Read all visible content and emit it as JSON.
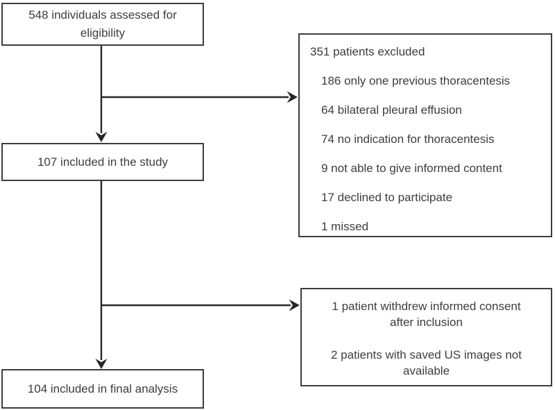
{
  "figure": {
    "type": "flowchart",
    "background": "#ffffff",
    "line_color": "#262626",
    "border_color": "#3c3c3c",
    "text_color": "#3d3d3d"
  },
  "boxes": {
    "assessed": {
      "text": "548 individuals assessed for\neligibility"
    },
    "included": {
      "text": "107 included in the study"
    },
    "final": {
      "text": "104 included in final analysis"
    },
    "excluded": {
      "title": "351 patients excluded",
      "items": [
        "186 only one previous thoracentesis",
        "64 bilateral pleural effusion",
        "74 no indication for thoracentesis",
        "9 not able to give informed content",
        "17 declined to participate",
        "1 missed"
      ]
    },
    "withdrawn": {
      "items": [
        "1 patient withdrew informed consent\nafter inclusion",
        "2 patients with saved US images not\navailable"
      ]
    }
  }
}
